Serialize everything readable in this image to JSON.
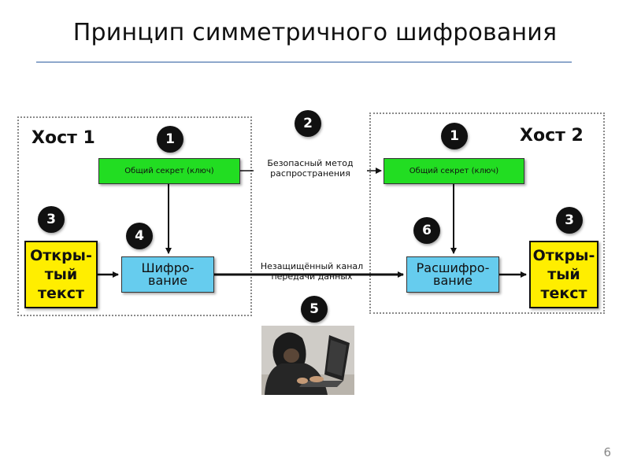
{
  "title": "Принцип симметричного шифрования",
  "page_number": "6",
  "host1": {
    "label": "Хост 1"
  },
  "host2": {
    "label": "Хост 2"
  },
  "nodes": {
    "secret_left": "Общий секрет (ключ)",
    "secret_right": "Общий секрет (ключ)",
    "plaintext_left": "Откры-\nтый\nтекст",
    "plaintext_right": "Откры-\nтый\nтекст",
    "encrypt": "Шифро-\nвание",
    "decrypt": "Расшифро-\nвание"
  },
  "edges": {
    "secure_channel": "Безопасный метод\nраспространения",
    "insecure_channel": "Незащищённый канал\nпередачи данных"
  },
  "badges": {
    "b1_left": "1",
    "b1_right": "1",
    "b2": "2",
    "b3_left": "3",
    "b3_right": "3",
    "b4": "4",
    "b5": "5",
    "b6": "6"
  },
  "colors": {
    "secret": "#22dd22",
    "process": "#66ccee",
    "plaintext": "#ffee00",
    "badge": "#111111",
    "title_rule": "#8ea8cc"
  }
}
